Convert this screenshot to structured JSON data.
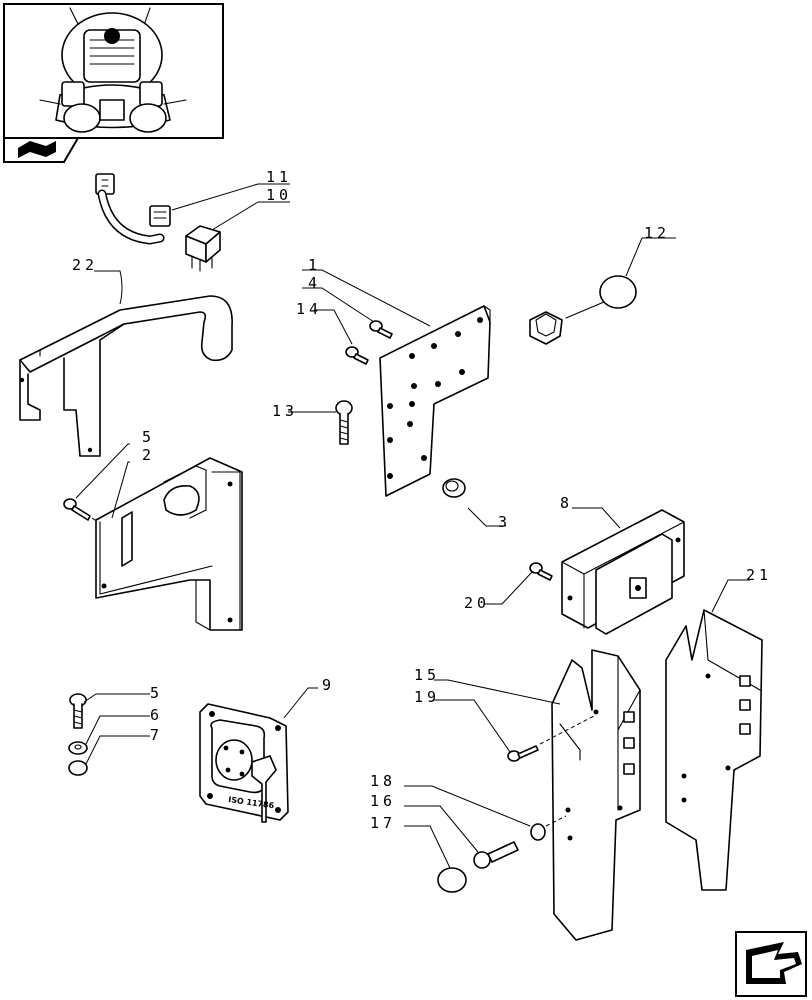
{
  "callouts": [
    {
      "id": "c1",
      "label": "1"
    },
    {
      "id": "c2",
      "label": "2"
    },
    {
      "id": "c3",
      "label": "3"
    },
    {
      "id": "c4",
      "label": "4"
    },
    {
      "id": "c5a",
      "label": "5"
    },
    {
      "id": "c5b",
      "label": "5"
    },
    {
      "id": "c6",
      "label": "6"
    },
    {
      "id": "c7",
      "label": "7"
    },
    {
      "id": "c8",
      "label": "8"
    },
    {
      "id": "c9",
      "label": "9"
    },
    {
      "id": "c10",
      "label": "10"
    },
    {
      "id": "c11",
      "label": "11"
    },
    {
      "id": "c12",
      "label": "12"
    },
    {
      "id": "c13",
      "label": "13"
    },
    {
      "id": "c14",
      "label": "14"
    },
    {
      "id": "c15",
      "label": "15"
    },
    {
      "id": "c16",
      "label": "16"
    },
    {
      "id": "c17",
      "label": "17"
    },
    {
      "id": "c18",
      "label": "18"
    },
    {
      "id": "c19",
      "label": "19"
    },
    {
      "id": "c20",
      "label": "20"
    },
    {
      "id": "c21",
      "label": "21"
    },
    {
      "id": "c22",
      "label": "22"
    }
  ],
  "socket_marking": "ISO 11786",
  "icons": {
    "thumbnail": "tractor-rear-view-icon",
    "book": "book-icon",
    "next": "next-page-arrow-icon"
  }
}
